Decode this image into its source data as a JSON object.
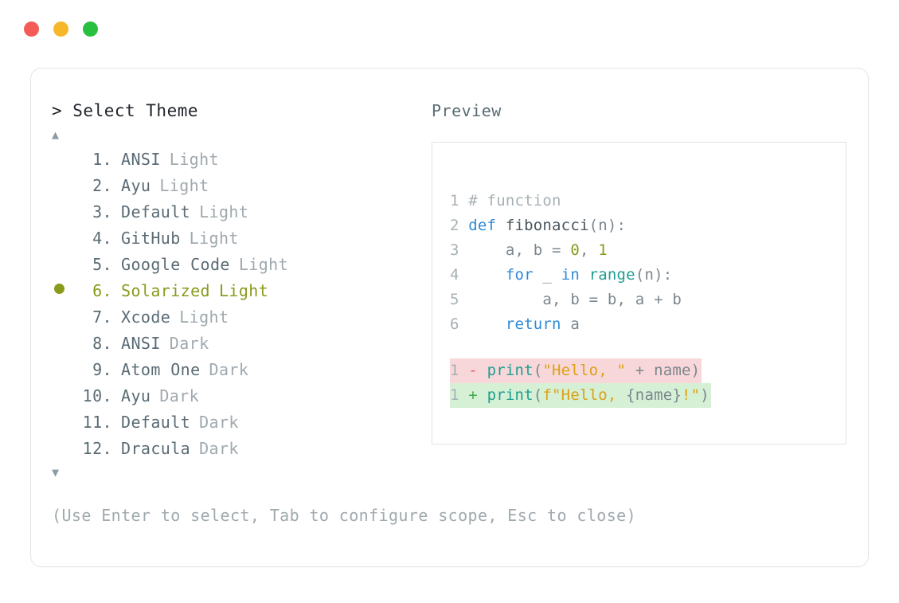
{
  "window": {
    "traffic_lights": [
      {
        "name": "close-button",
        "color": "#f55b55"
      },
      {
        "name": "minimize-button",
        "color": "#f6b82a"
      },
      {
        "name": "maximize-button",
        "color": "#29bf3f"
      }
    ]
  },
  "selector": {
    "prompt_symbol": ">",
    "title": "Select Theme",
    "prompt_line": "> Select Theme",
    "scroll_up_icon": "▲",
    "scroll_down_icon": "▼",
    "selected_index": 6,
    "selected_color": "#8a9a1c",
    "bullet_icon": "●",
    "items": [
      {
        "num": "1.",
        "name": "ANSI",
        "variant": "Light",
        "selected": false
      },
      {
        "num": "2.",
        "name": "Ayu",
        "variant": "Light",
        "selected": false
      },
      {
        "num": "3.",
        "name": "Default",
        "variant": "Light",
        "selected": false
      },
      {
        "num": "4.",
        "name": "GitHub",
        "variant": "Light",
        "selected": false
      },
      {
        "num": "5.",
        "name": "Google Code",
        "variant": "Light",
        "selected": false
      },
      {
        "num": "6.",
        "name": "Solarized",
        "variant": "Light",
        "selected": true
      },
      {
        "num": "7.",
        "name": "Xcode",
        "variant": "Light",
        "selected": false
      },
      {
        "num": "8.",
        "name": "ANSI",
        "variant": "Dark",
        "selected": false
      },
      {
        "num": "9.",
        "name": "Atom One",
        "variant": "Dark",
        "selected": false
      },
      {
        "num": "10.",
        "name": "Ayu",
        "variant": "Dark",
        "selected": false
      },
      {
        "num": "11.",
        "name": "Default",
        "variant": "Dark",
        "selected": false
      },
      {
        "num": "12.",
        "name": "Dracula",
        "variant": "Dark",
        "selected": false
      }
    ]
  },
  "preview": {
    "label": "Preview",
    "code": {
      "line1": {
        "ln": "1",
        "comment": "# function"
      },
      "line2": {
        "ln": "2",
        "kw": "def",
        "fname": " fibonacci",
        "punc": "(n):"
      },
      "line3": {
        "ln": "3",
        "indent": "    ",
        "plain_a": "a, b = ",
        "num_a": "0",
        "plain_b": ", ",
        "num_b": "1"
      },
      "line4": {
        "ln": "4",
        "indent": "    ",
        "kw_for": "for",
        "plain_a": " _ ",
        "kw_in": "in",
        "sp": " ",
        "builtin": "range",
        "punc": "(n):"
      },
      "line5": {
        "ln": "5",
        "indent": "        ",
        "plain": "a, b = b, a + b"
      },
      "line6": {
        "ln": "6",
        "indent": "    ",
        "kw": "return",
        "plain": " a"
      }
    },
    "diff": {
      "minus": {
        "ln": "1",
        "sign": "-",
        "builtin": "print",
        "punc_open": "(",
        "str": "\"Hello, \"",
        "plain": " + name",
        "punc_close": ")"
      },
      "plus": {
        "ln": "1",
        "sign": "+",
        "builtin": "print",
        "punc_open": "(",
        "str_a": "f\"Hello, ",
        "plain": "{name}",
        "str_b": "!\"",
        "punc_close": ")"
      }
    }
  },
  "footer": {
    "hint": "(Use Enter to select, Tab to configure scope, Esc to close)"
  }
}
